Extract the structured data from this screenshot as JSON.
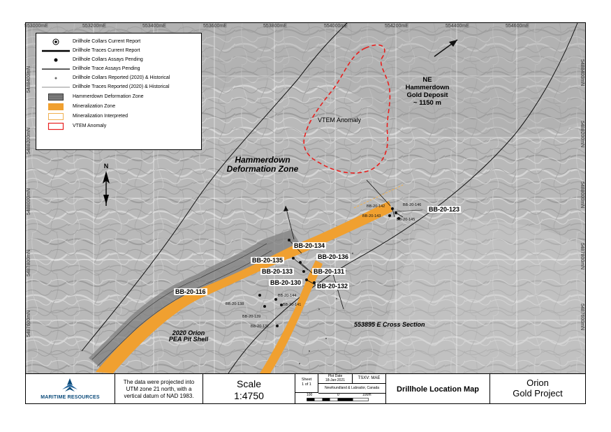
{
  "coords": {
    "easting": [
      "553000mE",
      "553200mE",
      "553400mE",
      "553600mE",
      "553800mE",
      "554000mE",
      "554200mE",
      "554400mE",
      "554600mE"
    ],
    "northing": [
      "5488400mN",
      "5488200mN",
      "5488000mN",
      "5487800mN",
      "5487600mN"
    ]
  },
  "legend": {
    "items": [
      {
        "label": "Drillhole Collars Current Report",
        "symbol": "collar-current"
      },
      {
        "label": "Drillhole Traces  Current Report",
        "symbol": "trace-current"
      },
      {
        "label": "Drillhole Collars Assays Pending",
        "symbol": "collar-pending"
      },
      {
        "label": "Drillhole Trace Assays Pending",
        "symbol": "trace-pending"
      },
      {
        "label": "Drillhole Collars Reported (2020) & Historical",
        "symbol": "collar-historical"
      },
      {
        "label": "Drillhole Traces Reported (2020) & Historical",
        "symbol": "trace-historical"
      },
      {
        "label": "Hammerdown Deformation Zone",
        "symbol": "deformation-zone"
      },
      {
        "label": "Mineralization Zone",
        "symbol": "mineralization-zone"
      },
      {
        "label": "Mineralization Interpreted",
        "symbol": "mineralization-interpreted"
      },
      {
        "label": "VTEM Anomaly",
        "symbol": "vtem-anomaly"
      }
    ]
  },
  "map_labels": {
    "deformation_zone": [
      "Hammerdown",
      "Deformation Zone"
    ],
    "vtem": "VTEM Anomaly",
    "ne_deposit": [
      "NE",
      "Hammerdown",
      "Gold Deposit",
      "~ 1150 m"
    ],
    "pit_shell": [
      "2020 Orion",
      "PEA Pit Shell"
    ],
    "cross_section": "553895 E Cross Section",
    "north": "N"
  },
  "drillholes": {
    "current": [
      "BB-20-134",
      "BB-20-135",
      "BB-20-136",
      "BB-20-133",
      "BB-20-131",
      "BB-20-130",
      "BB-20-132",
      "BB-20-116",
      "BB-20-123"
    ],
    "pending": [
      "BB-20-142",
      "BB-20-146",
      "BB-20-143",
      "BB-20-145",
      "BB-20-138",
      "BB-20-144",
      "BB-20-141",
      "BB-20-139",
      "BB-20-137"
    ]
  },
  "colors": {
    "mineralization": "#f0a030",
    "deformation": "#6a6a6a",
    "vtem": "#e8201e",
    "interpreted": "#f0b050",
    "brand_blue": "#0a4a7a"
  },
  "titleblock": {
    "company": "MARITIME RESOURCES",
    "projection_note": "The data were projected into UTM zone 21 north, with a vertical datum of NAD 1983.",
    "scale_label": "Scale",
    "scale_value": "1:4750",
    "sheet_label": "Sheet",
    "sheet_value": "1 of 1",
    "plot_date_label": "Plot Date",
    "plot_date_value": "18-Jan-2021",
    "ticker": "TSXV: MAE",
    "province": "Newfoundland & Labrador, Canada",
    "scalebar_ticks": [
      "100",
      "0",
      "100m"
    ],
    "map_title": "Drillhole Location Map",
    "project_title": [
      "Orion",
      "Gold Project"
    ]
  }
}
